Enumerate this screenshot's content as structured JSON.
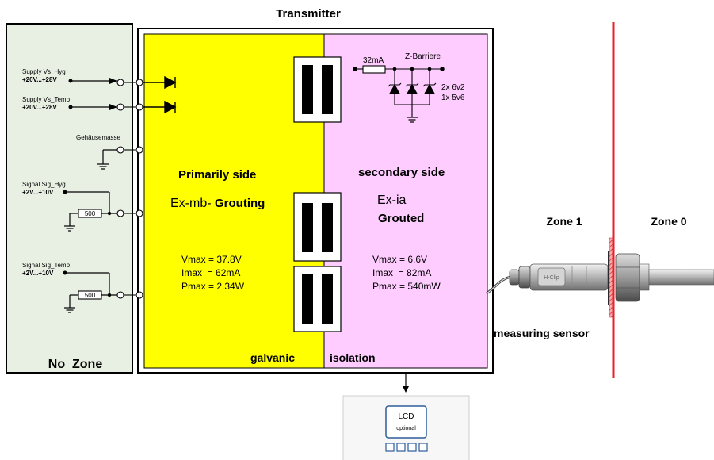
{
  "title": "Transmitter",
  "no_zone": {
    "label": "No  Zone",
    "supply_hyg_name": "Supply Vs_Hyg",
    "supply_hyg_range": "+20V...+28V",
    "supply_temp_name": "Supply Vs_Temp",
    "supply_temp_range": "+20V...+28V",
    "housing_ground": "Gehäusemasse",
    "signal_hyg_name": "Signal Sig_Hyg",
    "signal_hyg_range": "+2V...+10V",
    "resistor_hyg": "500",
    "signal_temp_name": "Signal Sig_Temp",
    "signal_temp_range": "+2V...+10V",
    "resistor_temp": "500"
  },
  "primary": {
    "heading": "Primarily side",
    "protection_prefix": "Ex-mb- ",
    "protection_suffix": "Grouting",
    "vmax": "Vmax = 37.8V",
    "imax": "Imax  = 62mA",
    "pmax": "Pmax = 2.34W",
    "footer": "galvanic"
  },
  "secondary": {
    "heading": "secondary side",
    "protection": "Ex-ia",
    "grouted": "Grouted",
    "vmax": "Vmax = 6.6V",
    "imax": "Imax  = 82mA",
    "pmax": "Pmax = 540mW",
    "footer": "isolation",
    "fuse_label": "32mA",
    "barrier_label": "Z-Barriere",
    "diode_spec_1": "2x 6v2",
    "diode_spec_2": "1x 5v6"
  },
  "zones": {
    "zone1": "Zone 1",
    "zone0": "Zone 0"
  },
  "sensor": {
    "caption": "measuring sensor",
    "clip_label": "H-Clip"
  },
  "display": {
    "lcd": "LCD",
    "optional": "optional"
  },
  "colors": {
    "primary_fill": "#ffff00",
    "secondary_fill": "#ffccff",
    "no_zone_fill": "#e8efe3",
    "zone_line": "#e8212a"
  }
}
